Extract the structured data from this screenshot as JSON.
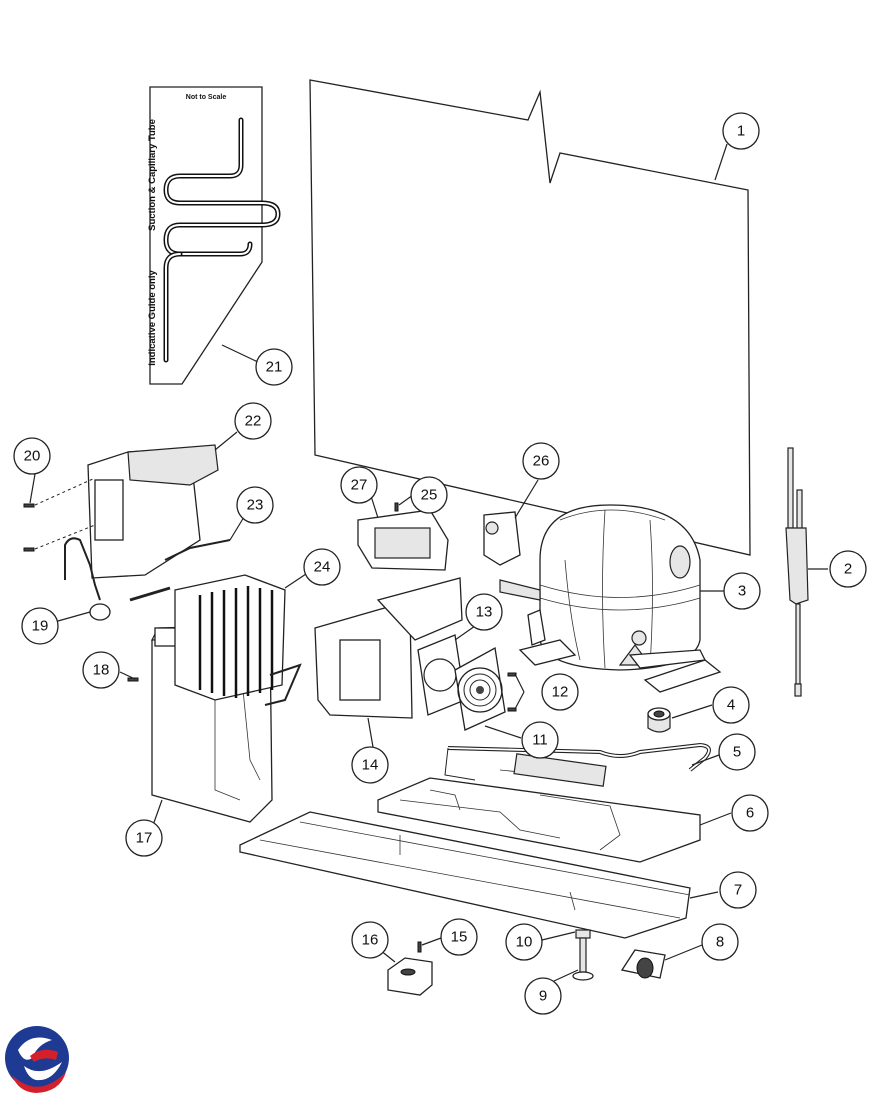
{
  "guide": {
    "note": "Not to Scale",
    "label_suction": "Suction & Capillary Tube",
    "label_indicative": "Indicative Guide only"
  },
  "callouts": [
    "1",
    "2",
    "3",
    "4",
    "5",
    "6",
    "7",
    "8",
    "9",
    "10",
    "11",
    "12",
    "13",
    "14",
    "15",
    "16",
    "17",
    "18",
    "19",
    "20",
    "21",
    "22",
    "23",
    "24",
    "25",
    "26",
    "27"
  ],
  "logo": {
    "colors": [
      "#1f3a93",
      "#d4202a"
    ]
  }
}
